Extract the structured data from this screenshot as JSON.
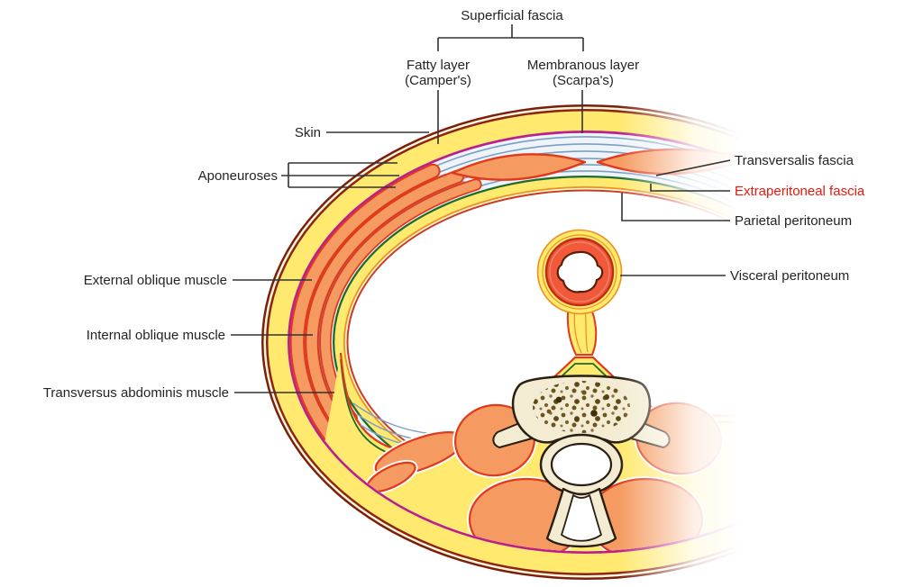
{
  "diagram": {
    "subject": "Transverse section of the abdominal wall showing fascial layers",
    "title_bracket": {
      "superficial_fascia": "Superficial fascia",
      "fatty_layer_line1": "Fatty layer",
      "fatty_layer_line2": "(Camper's)",
      "membranous_layer_line1": "Membranous layer",
      "membranous_layer_line2": "(Scarpa's)"
    },
    "left_labels": {
      "skin": "Skin",
      "aponeuroses": "Aponeuroses",
      "external_oblique": "External oblique muscle",
      "internal_oblique": "Internal oblique muscle",
      "transversus_abdominis": "Transversus abdominis muscle"
    },
    "right_labels": {
      "transversalis_fascia": "Transversalis fascia",
      "extraperitoneal_fascia": "Extraperitoneal fascia",
      "parietal_peritoneum": "Parietal peritoneum",
      "visceral_peritoneum": "Visceral peritoneum"
    },
    "colors": {
      "label_text": "#242424",
      "highlighted_label": "#e8170b",
      "leader_line": "#333333",
      "skin_line": "#7a1f0c",
      "fat_yellow": "#ffe96e",
      "membranous_magenta": "#bb1f8e",
      "aponeurosis_blue": "#7b9fc2",
      "muscle_orange": "#f59a60",
      "muscle_edge_red": "#e0391b",
      "transversalis_green": "#1e6b2f",
      "extraperitoneal_orange_line": "#ef8f1c",
      "peritoneum_red": "#cc3b20",
      "bone_cream": "#f3ecd2"
    }
  }
}
